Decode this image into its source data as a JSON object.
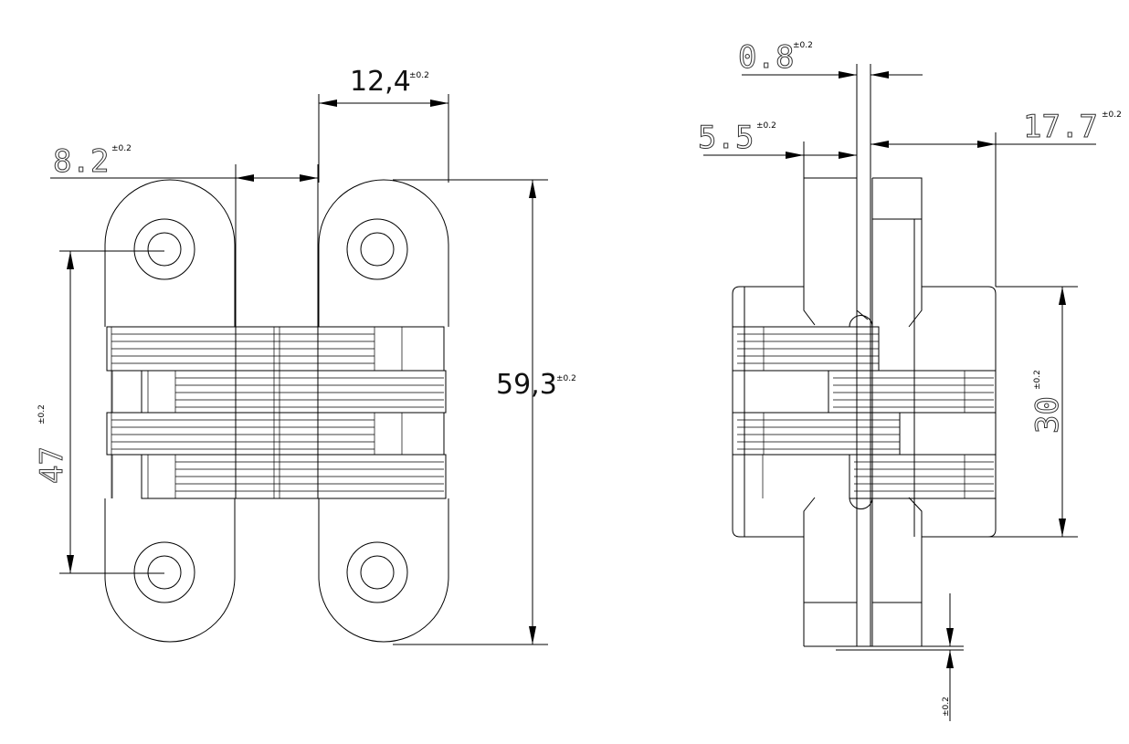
{
  "title": "Concealed hinge dimension drawing",
  "front_view": {
    "dim_width_leaf": {
      "value": "8.2",
      "tol": "±0.2"
    },
    "dim_gap": {
      "value": "12,4",
      "tol": "±0.2"
    },
    "dim_height": {
      "value": "59,3",
      "tol": "±0.2"
    },
    "dim_hole_pitch": {
      "value": "47",
      "tol": "±0.2"
    }
  },
  "side_view": {
    "dim_center": {
      "value": "0.8",
      "tol": "±0.2"
    },
    "dim_half_left": {
      "value": "5.5",
      "tol": "±0.2"
    },
    "dim_half_right": {
      "value": "17.7",
      "tol": "±0.2"
    },
    "dim_body": {
      "value": "30",
      "tol": "±0.2"
    },
    "dim_offset": {
      "tol": "±0.2"
    }
  },
  "colors": {
    "line": "#000000",
    "background": "#ffffff"
  }
}
